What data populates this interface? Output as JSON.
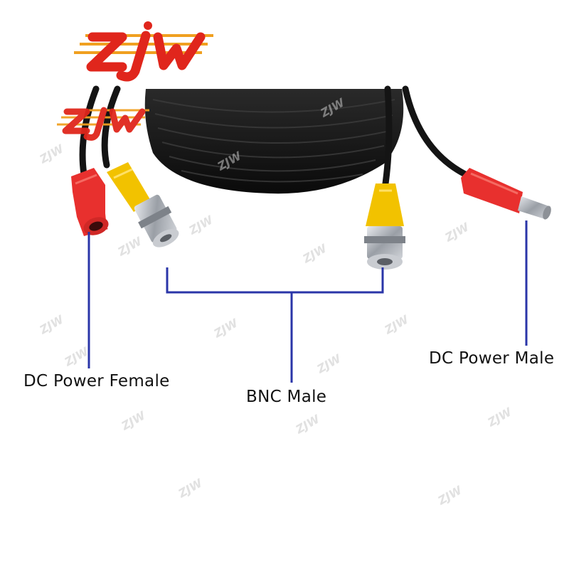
{
  "brand": {
    "logo_text": "ZJW",
    "watermark_text": "ZJW",
    "colors": {
      "logo_red": "#e0261c",
      "logo_stripe": "#f0a020"
    }
  },
  "labels": {
    "dc_power_female": "DC Power Female",
    "bnc_male": "BNC Male",
    "dc_power_male": "DC Power Male"
  },
  "colors": {
    "cable": "#121212",
    "connector_red": "#e8302e",
    "connector_yellow": "#f2c200",
    "bnc_metal": "#a9adb3",
    "callout_line": "#2a35a8"
  }
}
